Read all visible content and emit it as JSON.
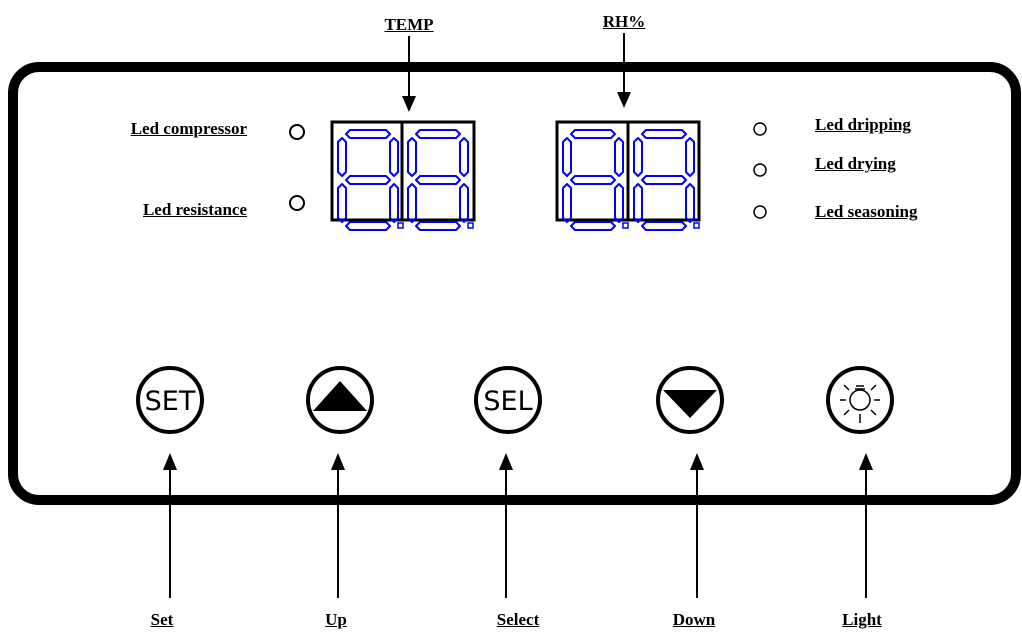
{
  "displays": {
    "temp": {
      "label": "TEMP"
    },
    "rh": {
      "label": "RH%"
    }
  },
  "leds_left": [
    {
      "label": "Led compressor"
    },
    {
      "label": "Led resistance"
    }
  ],
  "leds_right": [
    {
      "label": "Led dripping"
    },
    {
      "label": "Led drying"
    },
    {
      "label": "Led seasoning"
    }
  ],
  "buttons": [
    {
      "id": "set",
      "glyph": "SET",
      "label": "Set",
      "icon": "set-text"
    },
    {
      "id": "up",
      "glyph": "",
      "label": "Up",
      "icon": "up-triangle-icon"
    },
    {
      "id": "select",
      "glyph": "SEL",
      "label": "Select",
      "icon": "sel-text"
    },
    {
      "id": "down",
      "glyph": "",
      "label": "Down",
      "icon": "down-triangle-icon"
    },
    {
      "id": "light",
      "glyph": "",
      "label": "Light",
      "icon": "bulb-icon"
    }
  ],
  "colors": {
    "segment": "#0000ff",
    "outline": "#000000",
    "background": "#ffffff"
  }
}
